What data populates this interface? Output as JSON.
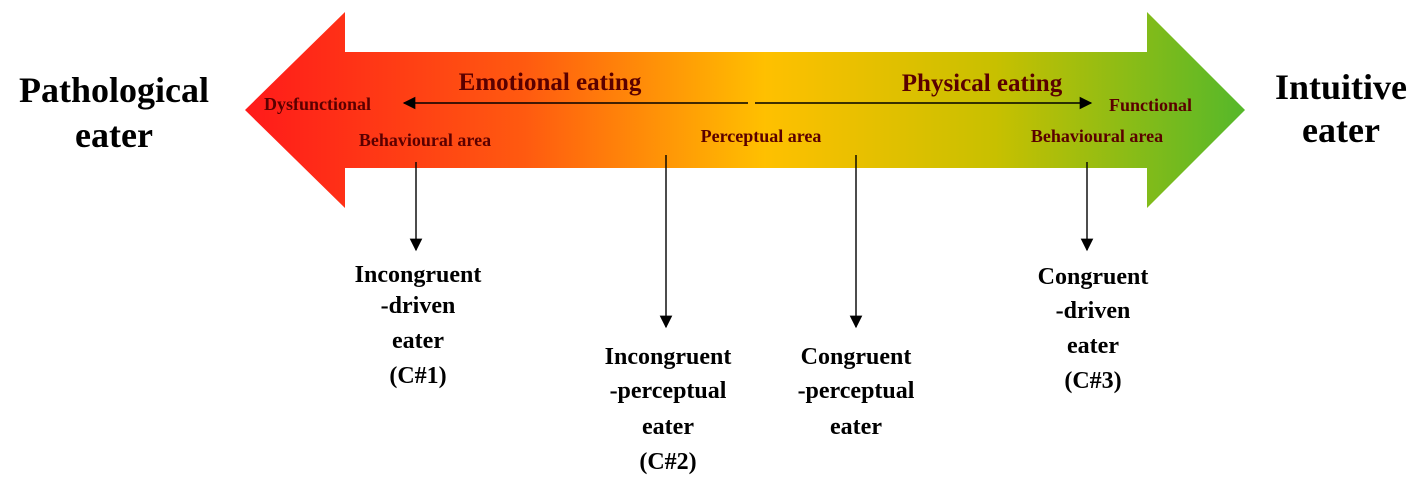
{
  "left_pole": {
    "line1": "Pathological",
    "line2": "eater"
  },
  "right_pole": {
    "line1": "Intuitive",
    "line2": "eater"
  },
  "spectrum": {
    "left_title": "Emotional eating",
    "right_title": "Physical eating",
    "left_end": "Dysfunctional",
    "right_end": "Functional",
    "left_area": "Behavioural area",
    "center_area": "Perceptual area",
    "right_area": "Behavioural area",
    "colors": {
      "left": "#ff1a1a",
      "middle": "#ffc000",
      "right": "#55b82a"
    }
  },
  "eaters": {
    "incongruent_driven": [
      "Incongruent",
      "-driven",
      "eater",
      "(C#1)"
    ],
    "incongruent_perceptual": [
      "Incongruent",
      "-perceptual",
      "eater",
      "(C#2)"
    ],
    "congruent_perceptual": [
      "Congruent",
      "-perceptual",
      "eater"
    ],
    "congruent_driven": [
      "Congruent",
      "-driven",
      "eater",
      "(C#3)"
    ]
  }
}
